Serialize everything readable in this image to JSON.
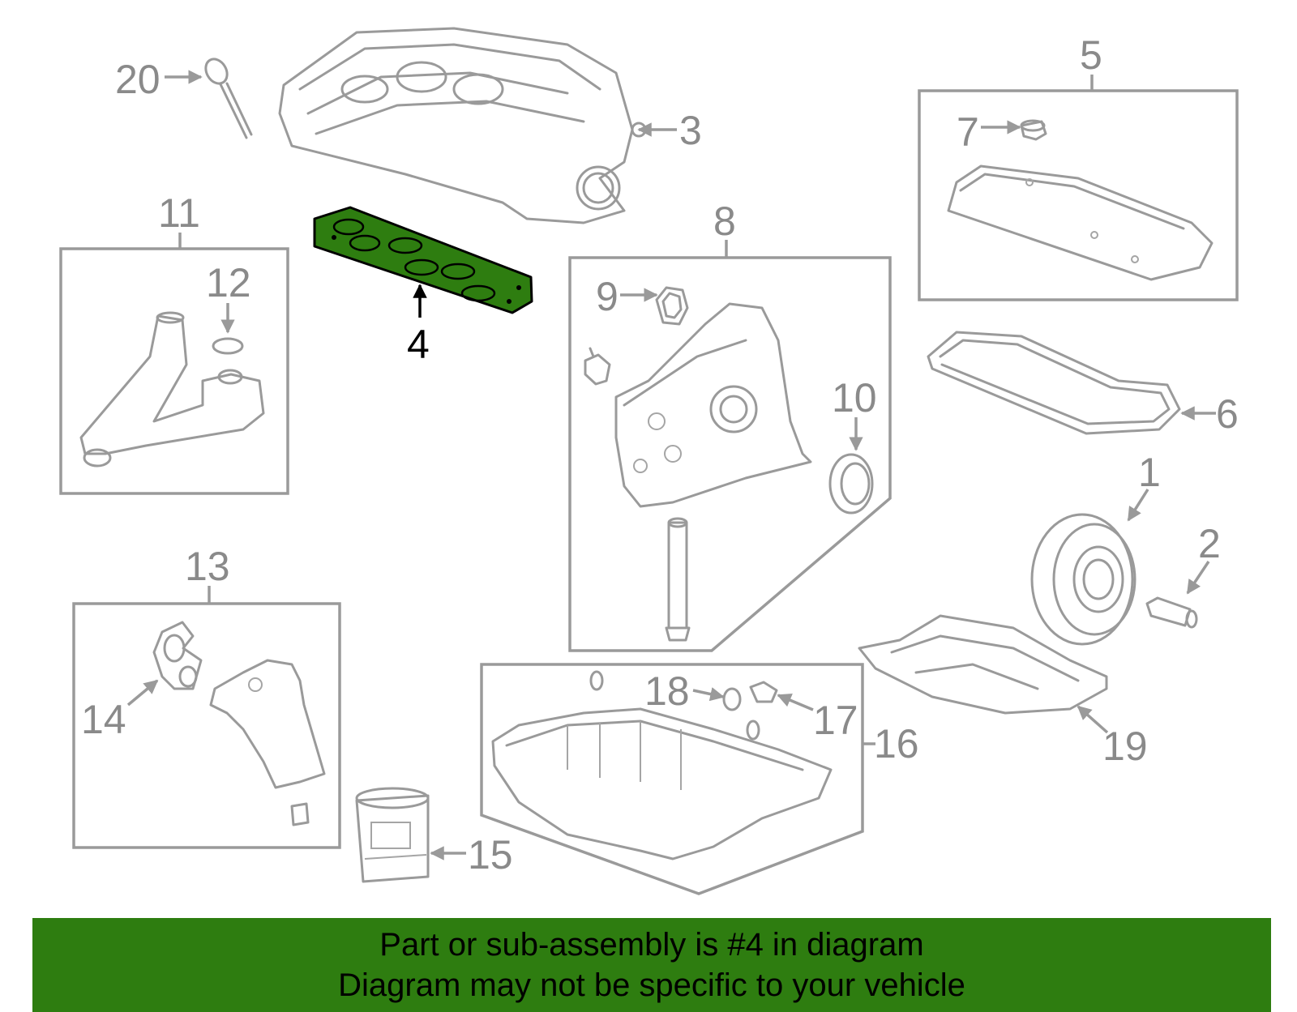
{
  "diagram": {
    "callouts": [
      "1",
      "2",
      "3",
      "4",
      "5",
      "6",
      "7",
      "8",
      "9",
      "10",
      "11",
      "12",
      "13",
      "14",
      "15",
      "16",
      "17",
      "18",
      "19",
      "20"
    ],
    "highlighted_part": "4",
    "highlight_color": "#2e7d10",
    "line_color": "#9a9a9a"
  },
  "footer": {
    "line1": "Part or sub-assembly is #4 in diagram",
    "line2": "Diagram may not be specific to your vehicle",
    "background": "#2e7d10"
  }
}
